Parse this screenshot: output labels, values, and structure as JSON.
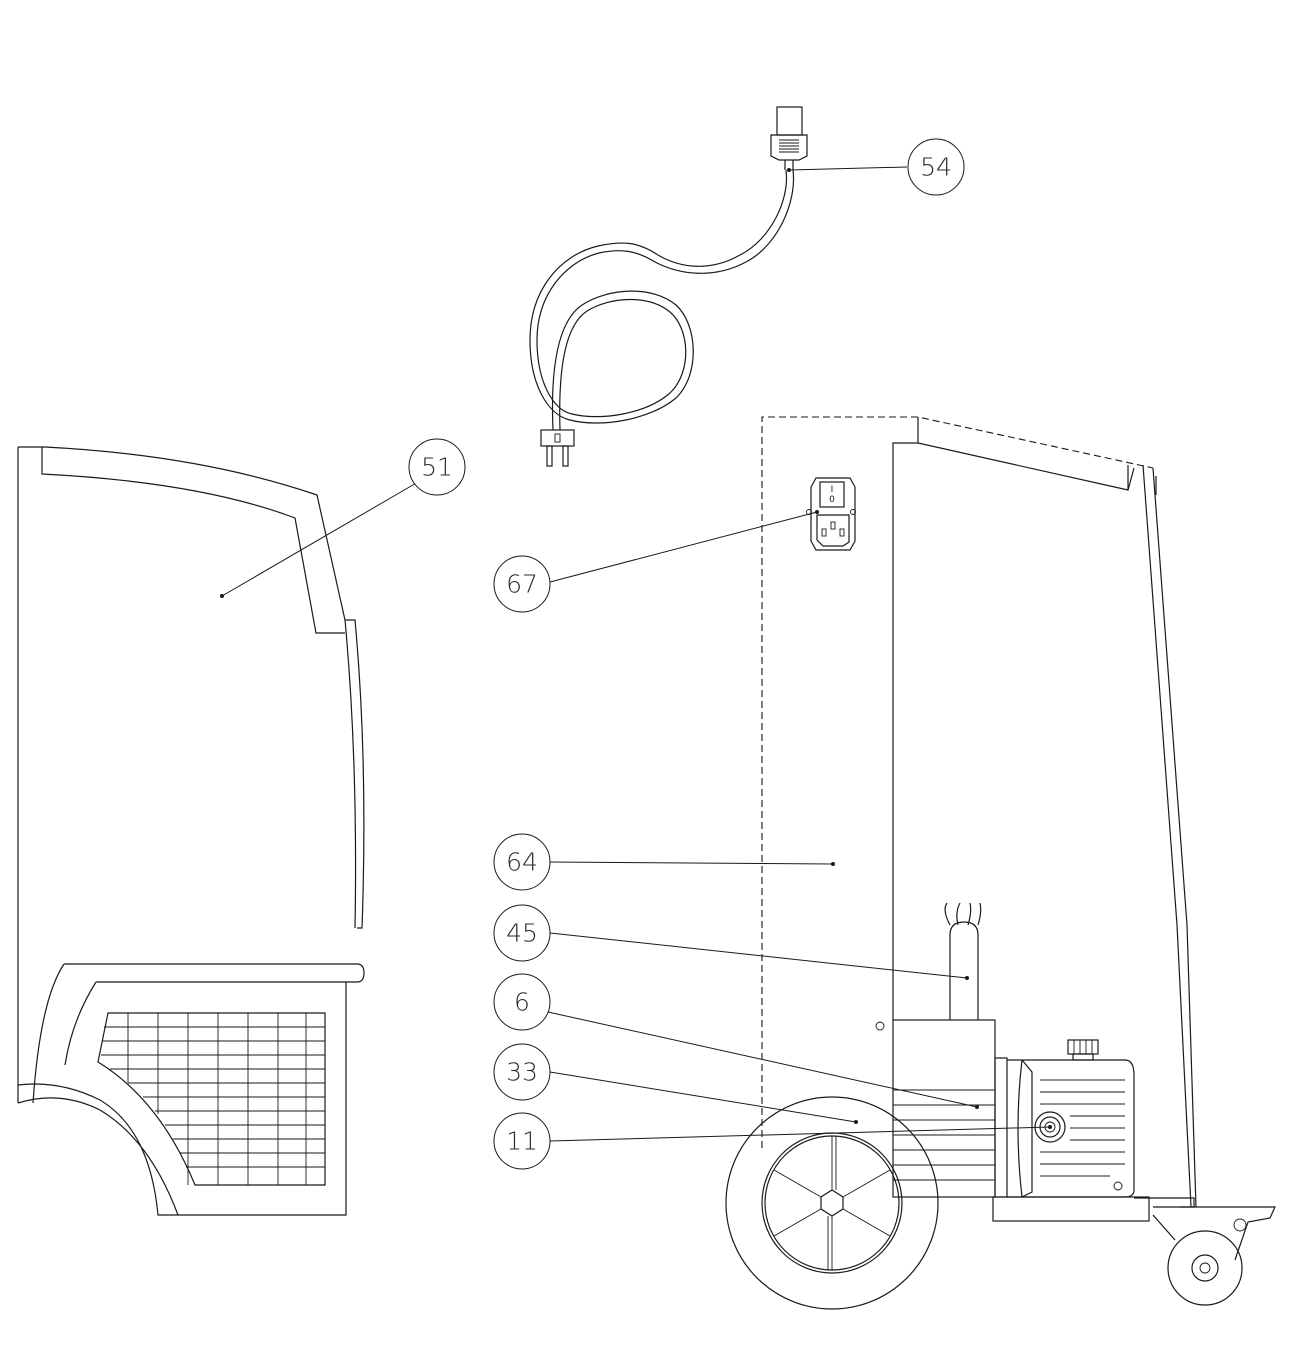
{
  "callouts": {
    "c54": "54",
    "c51": "51",
    "c67": "67",
    "c64": "64",
    "c45": "45",
    "c6": "6",
    "c33": "33",
    "c11": "11"
  },
  "switch_marks": {
    "on": "I",
    "off": "0"
  }
}
